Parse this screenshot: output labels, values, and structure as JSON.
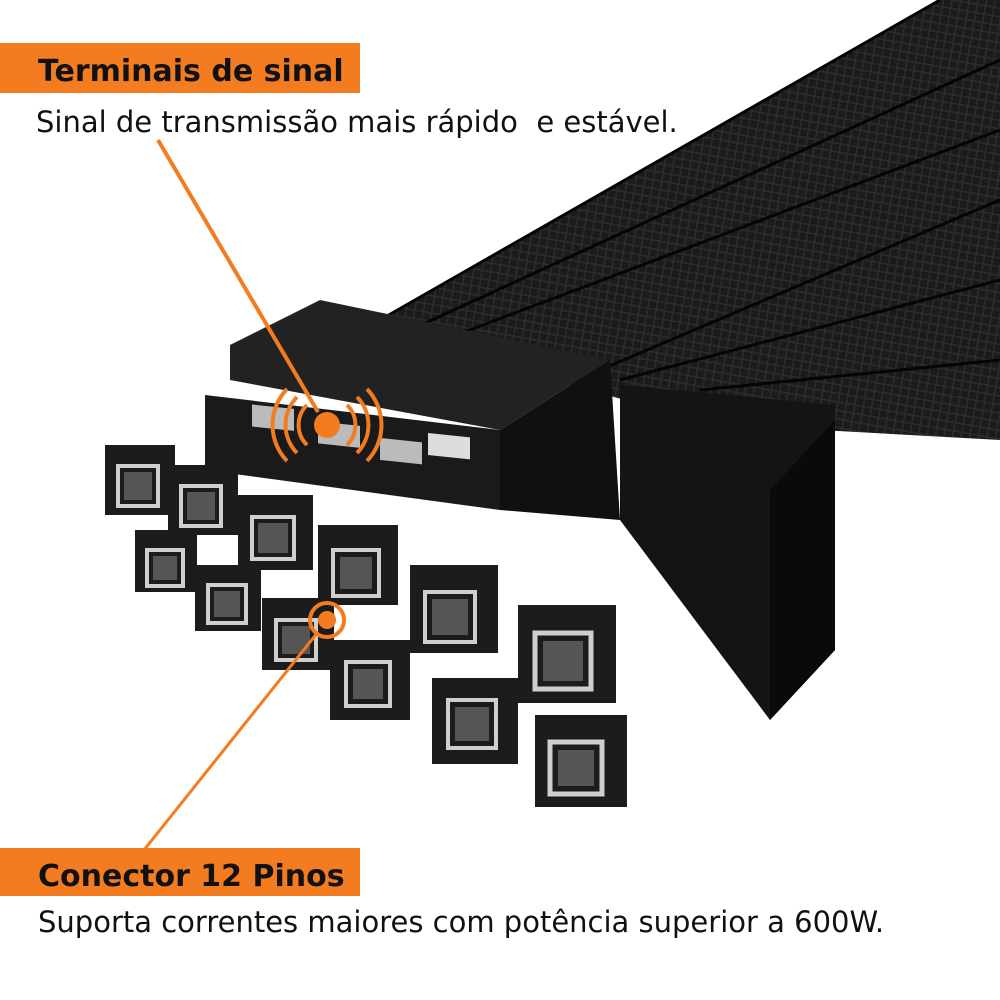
{
  "callouts": {
    "signal": {
      "title": "Terminais de sinal",
      "description": "Sinal de transmissão mais rápido  e estável."
    },
    "connector": {
      "title": "Conector 12 Pinos",
      "description": "Suporta correntes maiores com potência superior a 600W."
    }
  },
  "colors": {
    "accent": "#f47c20",
    "cable": "#1a1a1a",
    "text": "#111111"
  }
}
